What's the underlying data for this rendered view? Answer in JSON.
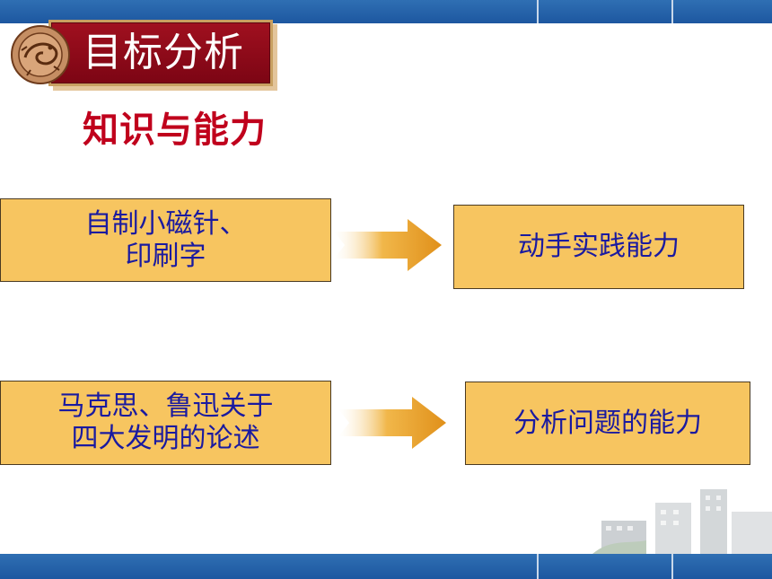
{
  "slide": {
    "title": "目标分析",
    "subtitle": "知识与能力"
  },
  "rows": [
    {
      "source": "自制小磁针、\n印刷字",
      "target": "动手实践能力"
    },
    {
      "source": "马克思、鲁迅关于\n四大发明的论述",
      "target": "分析问题的能力"
    }
  ],
  "colors": {
    "bar_blue": "#1d57a0",
    "title_red": "#8f0a1a",
    "subtitle_red": "#c0001c",
    "box_fill": "#f7c560",
    "text_blue": "#1a1aa0",
    "arrow_orange": "#e79a1c"
  },
  "icons": {
    "emblem": "dragon-emblem-icon",
    "arrow": "right-arrow-icon"
  }
}
